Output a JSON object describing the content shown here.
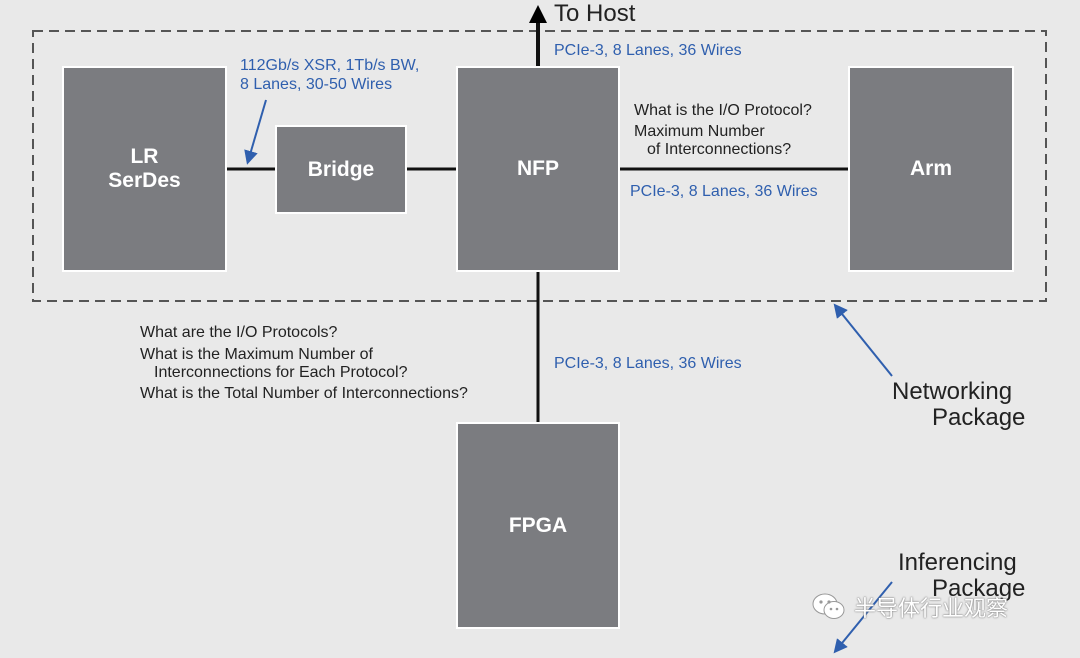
{
  "boxes": {
    "lr_serdes": "LR\nSerDes",
    "bridge": "Bridge",
    "nfp": "NFP",
    "arm": "Arm",
    "fpga": "FPGA"
  },
  "labels": {
    "to_host": "To Host",
    "host_link": "PCIe-3, 8 Lanes, 36 Wires",
    "serdes_link_1": "112Gb/s XSR, 1Tb/s BW,",
    "serdes_link_2": "8 Lanes, 30-50 Wires",
    "arm_question_1": "What is the I/O Protocol?",
    "arm_question_2": "Maximum Number",
    "arm_question_3": "of Interconnections?",
    "arm_link": "PCIe-3, 8 Lanes, 36 Wires",
    "fpga_question_1": "What are the I/O Protocols?",
    "fpga_question_2": "What is the Maximum Number of",
    "fpga_question_3": "Interconnections for Each Protocol?",
    "fpga_question_4": "What is the Total Number of Interconnections?",
    "fpga_link": "PCIe-3, 8 Lanes, 36 Wires",
    "networking_1": "Networking",
    "networking_2": "Package",
    "inferencing_1": "Inferencing",
    "inferencing_2": "Package"
  },
  "watermark": "半导体行业观察",
  "colors": {
    "box": "#7b7c80",
    "annotation_blue": "#2f5fae",
    "background": "#e9e9e9"
  }
}
